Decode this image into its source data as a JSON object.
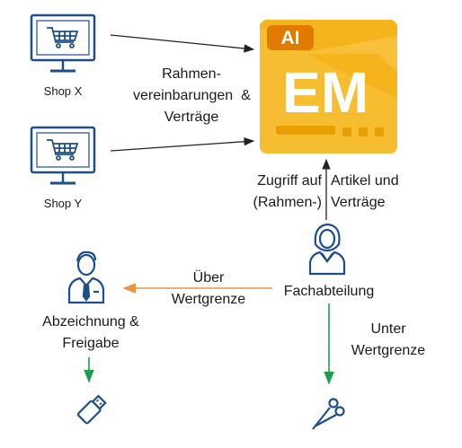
{
  "shops": [
    {
      "label": "Shop X",
      "icon": "shopping-cart-monitor-icon"
    },
    {
      "label": "Shop Y",
      "icon": "shopping-cart-monitor-icon"
    }
  ],
  "shop_edge_label": [
    "Rahmen-",
    "vereinbarungen  &",
    "Verträge"
  ],
  "logo": {
    "badge": "AI",
    "text": "EM",
    "badge_color": "#e07b00",
    "tile_color": "#f5b41c",
    "accent": "#e8a000"
  },
  "access_label": [
    "Zugriff auf",
    "(Rahmen-)"
  ],
  "return_label": [
    "Artikel und",
    "Verträge"
  ],
  "department": {
    "label": "Fachabteilung",
    "icon": "person-woman-icon"
  },
  "approver": {
    "label": [
      "Abzeichnung &",
      "Freigabe"
    ],
    "icon": "person-man-tie-icon"
  },
  "over_edge": {
    "label": [
      "Über",
      "Wertgrenze"
    ],
    "color": "#f0913b"
  },
  "under_edge": {
    "label": [
      "Unter",
      "Wertgrenze"
    ],
    "color": "#1aa04a"
  },
  "outcomes": {
    "usb": "usb-stick-icon",
    "scissors": "scissors-icon"
  },
  "icon_color": "#1e4e8c"
}
